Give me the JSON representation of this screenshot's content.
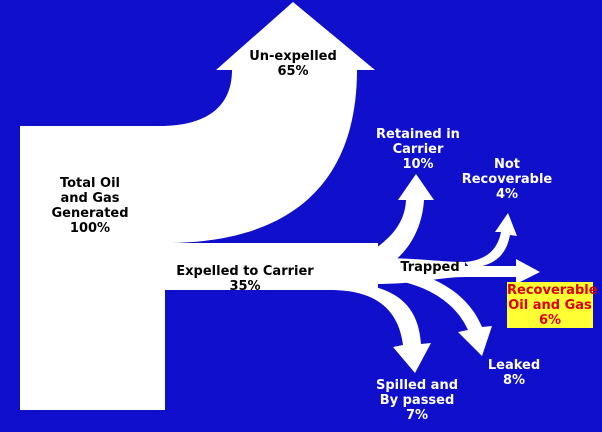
{
  "colors": {
    "background": "#0F0FCC",
    "flow": "#FFFFFF",
    "highlight_box": "#FFFF33",
    "highlight_text": "#DD0000"
  },
  "labels": {
    "total": [
      "Total Oil",
      "and Gas",
      "Generated",
      "100%"
    ],
    "unexpelled": [
      "Un-expelled",
      "65%"
    ],
    "expelled": [
      "Expelled to Carrier",
      "35%"
    ],
    "retained": [
      "Retained in",
      "Carrier",
      "10%"
    ],
    "not_recoverable": [
      "Not",
      "Recoverable",
      "4%"
    ],
    "trapped": [
      "Trapped"
    ],
    "recoverable": [
      "Recoverable",
      "Oil  and Gas",
      "6%"
    ],
    "leaked": [
      "Leaked",
      "8%"
    ],
    "spilled": [
      "Spilled  and",
      "By passed",
      "7%"
    ]
  }
}
